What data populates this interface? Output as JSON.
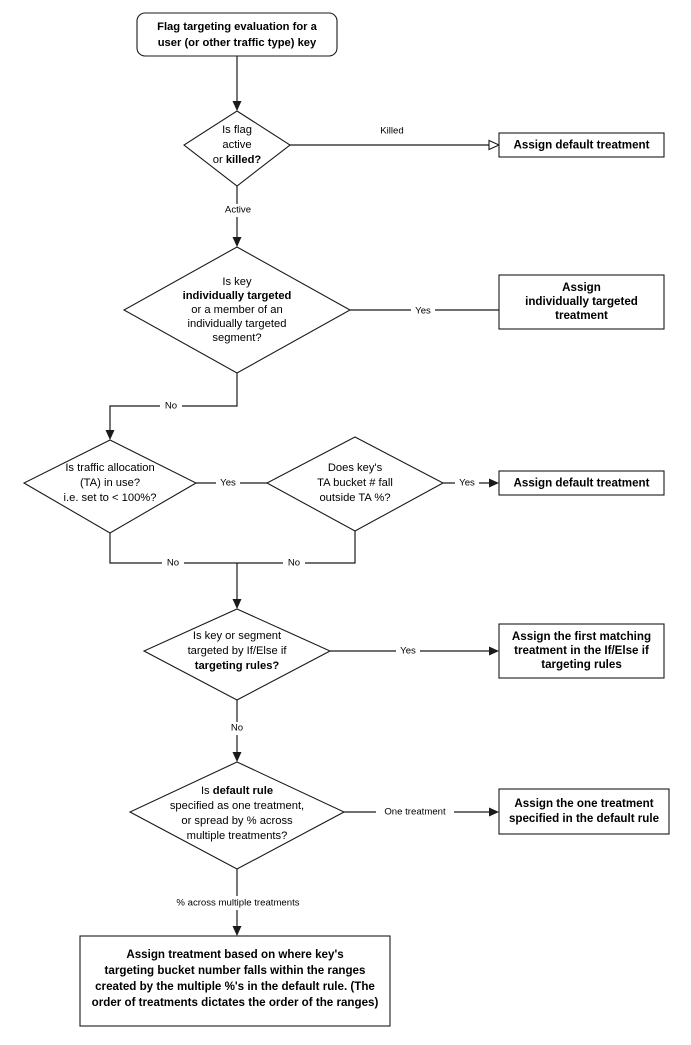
{
  "diagram": {
    "title": "Flag targeting evaluation flow",
    "type": "flowchart",
    "background_color": "#ffffff",
    "line_color": "#1a1a1a",
    "shape_fill": "#ffffff"
  },
  "nodes": {
    "start": {
      "shape": "rounded-rectangle",
      "lines": [
        "Flag targeting evaluation for a",
        "user (or other traffic type) key"
      ],
      "bold": [
        true,
        true
      ]
    },
    "decision_flag_active": {
      "shape": "diamond",
      "lines": [
        "Is flag",
        "active",
        "or killed?"
      ],
      "bold": [
        false,
        false,
        "partial"
      ],
      "line3_plain": "or ",
      "line3_bold": "killed?"
    },
    "assign_default_1": {
      "shape": "rectangle",
      "lines": [
        "Assign default treatment"
      ]
    },
    "decision_individually_targeted": {
      "shape": "diamond",
      "lines": [
        "Is key",
        "individually targeted",
        "or a member of an",
        "individually targeted",
        "segment?"
      ],
      "bold": [
        false,
        true,
        false,
        false,
        false
      ]
    },
    "assign_individually_targeted": {
      "shape": "rectangle",
      "lines": [
        "Assign",
        "individually targeted",
        "treatment"
      ]
    },
    "decision_traffic_allocation": {
      "shape": "diamond",
      "lines": [
        "Is traffic allocation",
        "(TA) in use?",
        "i.e. set to < 100%?"
      ],
      "bold": [
        false,
        false,
        false
      ]
    },
    "decision_ta_bucket": {
      "shape": "diamond",
      "lines": [
        "Does key's",
        "TA bucket # fall",
        "outside TA %?"
      ],
      "bold": [
        false,
        false,
        false
      ]
    },
    "assign_default_2": {
      "shape": "rectangle",
      "lines": [
        "Assign default treatment"
      ]
    },
    "decision_ifelse_rules": {
      "shape": "diamond",
      "lines": [
        "Is key or segment",
        "targeted by If/Else if",
        "targeting rules?"
      ],
      "bold": [
        false,
        false,
        true
      ]
    },
    "assign_first_matching": {
      "shape": "rectangle",
      "lines": [
        "Assign the first matching",
        "treatment in the If/Else if",
        "targeting rules"
      ]
    },
    "decision_default_rule": {
      "shape": "diamond",
      "lines": [
        "Is default rule",
        "specified as one treatment,",
        "or spread by % across",
        "multiple treatments?"
      ],
      "bold": [
        "partial",
        false,
        false,
        false
      ],
      "line1_plain": "Is ",
      "line1_bold": "default rule"
    },
    "assign_one_treatment": {
      "shape": "rectangle",
      "lines": [
        "Assign the one treatment",
        "specified in the default rule"
      ]
    },
    "assign_bucket_ranges": {
      "shape": "rectangle",
      "lines": [
        "Assign treatment based on where key's",
        "targeting bucket number falls within the ranges",
        "created by the multiple %'s in the default rule. (The",
        "order of treatments dictates the order of the ranges)"
      ]
    }
  },
  "edge_labels": {
    "killed": "Killed",
    "active": "Active",
    "yes_individually_targeted": "Yes",
    "no_individually_targeted": "No",
    "yes_traffic_allocation": "Yes",
    "no_traffic_allocation": "No",
    "yes_ta_bucket": "Yes",
    "no_ta_bucket": "No",
    "yes_ifelse": "Yes",
    "no_ifelse": "No",
    "one_treatment": "One treatment",
    "percent_across_multiple": "% across multiple treatments"
  }
}
